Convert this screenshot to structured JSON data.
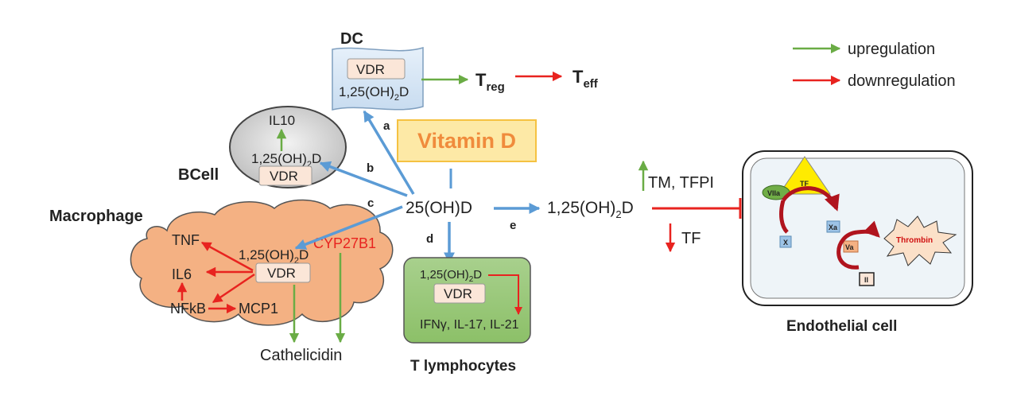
{
  "legend": {
    "up": "upregulation",
    "down": "downregulation"
  },
  "center": {
    "vitamin_d": "Vitamin D",
    "precursor": "25(OH)D",
    "active": "1,25(OH)",
    "active_sub": "2",
    "active_end": "D"
  },
  "paths": {
    "a": "a",
    "b": "b",
    "c": "c",
    "d": "d",
    "e": "e"
  },
  "dc": {
    "title": "DC",
    "vdr": "VDR",
    "metab": "1,25(OH)",
    "metab_sub": "2",
    "metab_end": "D",
    "treg": "T",
    "treg_sub": "reg",
    "teff": "T",
    "teff_sub": "eff"
  },
  "bcell": {
    "title": "BCell",
    "il10": "IL10",
    "metab": "1,25(OH)",
    "metab_sub": "2",
    "metab_end": "D",
    "vdr": "VDR"
  },
  "macrophage": {
    "title": "Macrophage",
    "tnf": "TNF",
    "il6": "IL6",
    "nfkb": "NFkB",
    "mcp1": "MCP1",
    "metab": "1,25(OH)",
    "metab_sub": "2",
    "metab_end": "D",
    "vdr": "VDR",
    "cyp": "CYP27B1",
    "cathelicidin": "Cathelicidin"
  },
  "tcell": {
    "title": "T lymphocytes",
    "metab": "1,25(OH)",
    "metab_sub": "2",
    "metab_end": "D",
    "vdr": "VDR",
    "cytokines": "IFNγ, IL-17, IL-21"
  },
  "coag": {
    "up": "TM, TFPI",
    "down": "TF"
  },
  "endo": {
    "title": "Endothelial cell",
    "tf": "TF",
    "viia": "VIIa",
    "x": "X",
    "xa": "Xa",
    "va": "Va",
    "ii": "II",
    "thrombin": "Thrombin"
  },
  "colors": {
    "green": "#6aac45",
    "red": "#e8231f",
    "blue": "#5b9bd5"
  }
}
